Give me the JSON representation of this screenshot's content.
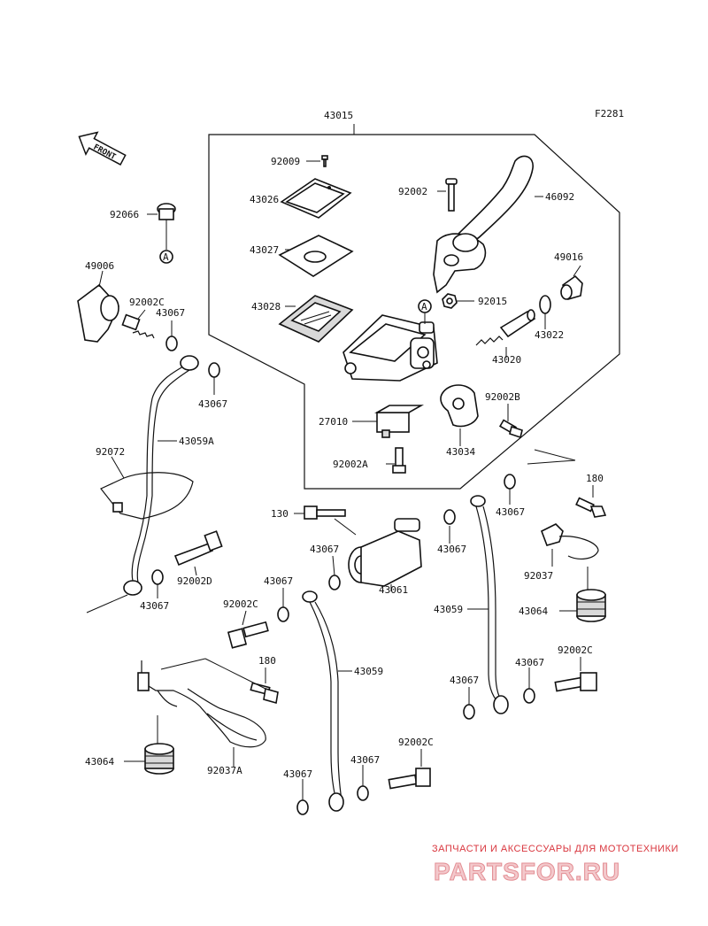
{
  "diagram_code": "F2281",
  "front_label": "FRONT",
  "labels": {
    "l43015": "43015",
    "l92009": "92009",
    "l43026": "43026",
    "l92002": "92002",
    "l46092": "46092",
    "l92066": "92066",
    "l43027": "43027",
    "l49016": "49016",
    "l49006": "49006",
    "l92002c_a": "92002C",
    "l43028": "43028",
    "l92015": "92015",
    "l43067_a": "43067",
    "l43022": "43022",
    "l43020": "43020",
    "l43067_b": "43067",
    "l92002b": "92002B",
    "l27010": "27010",
    "l43059a": "43059A",
    "l43034": "43034",
    "l92072": "92072",
    "l92002a": "92002A",
    "l180_a": "180",
    "l43067_c": "43067",
    "l130": "130",
    "l43067_d": "43067",
    "l43067_e": "43067",
    "l92037": "92037",
    "l92002d": "92002D",
    "l43061": "43061",
    "l43067_f": "43067",
    "l43059_a": "43059",
    "l43064_a": "43064",
    "l43067_g": "43067",
    "l92002c_b": "92002C",
    "l180_b": "180",
    "l43059_b": "43059",
    "l43067_h": "43067",
    "l92002c_c": "92002C",
    "l43067_i": "43067",
    "l43064_b": "43064",
    "l92037a": "92037A",
    "l92002c_d": "92002C",
    "l43067_j": "43067",
    "l43067_k": "43067",
    "ref_a1": "A",
    "ref_a2": "A"
  },
  "watermark": {
    "tagline": "ЗАПЧАСТИ И АКСЕССУАРЫ ДЛЯ МОТОТЕХНИКИ",
    "brand": "PARTSFOR.RU"
  }
}
